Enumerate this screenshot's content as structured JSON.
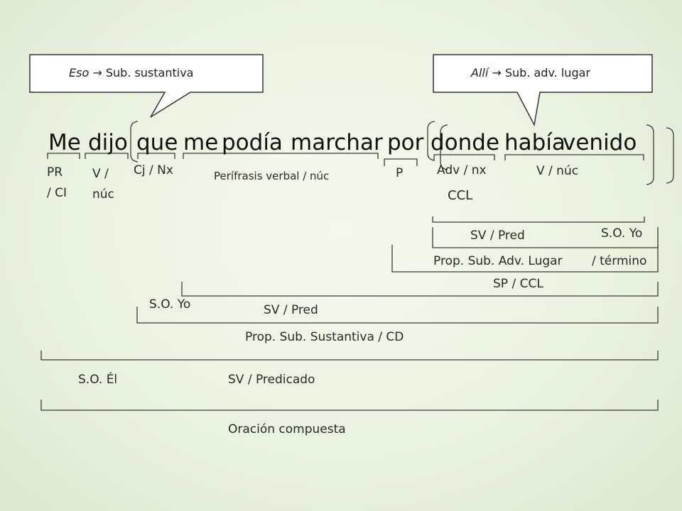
{
  "callouts": {
    "left": {
      "italic": "Eso",
      "rest": "→ Sub. sustantiva"
    },
    "right": {
      "italic": "Allí",
      "rest": "→ Sub. adv. lugar"
    }
  },
  "sentence": [
    "Me",
    "dijo",
    "que",
    "me",
    "podía",
    "marchar",
    "por",
    "donde",
    "había",
    "venido"
  ],
  "word_labels": {
    "me": [
      "PR",
      "/ CI"
    ],
    "dijo": [
      "V /",
      "núc"
    ],
    "que": "Cj / Nx",
    "perifrasis": "Perífrasis verbal / núc",
    "por": "P",
    "donde": "Adv / nx",
    "habia_venido": "V / núc",
    "ccl": "CCL"
  },
  "structure": {
    "inner_pred": "SV / Pred",
    "inner_subject": "S.O. Yo",
    "prop_adv": "Prop. Sub. Adv. Lugar",
    "termino": "/ término",
    "sp_ccl": "SP / CCL",
    "mid_subject": "S.O. Yo",
    "mid_pred": "SV / Pred",
    "prop_sust": "Prop. Sub. Sustantiva  / CD",
    "main_subject": "S.O. Él",
    "main_pred": "SV / Predicado",
    "oracion": "Oración compuesta"
  },
  "colors": {
    "background": "#e9f1df",
    "text": "#222222",
    "line": "#3a3a3a"
  }
}
